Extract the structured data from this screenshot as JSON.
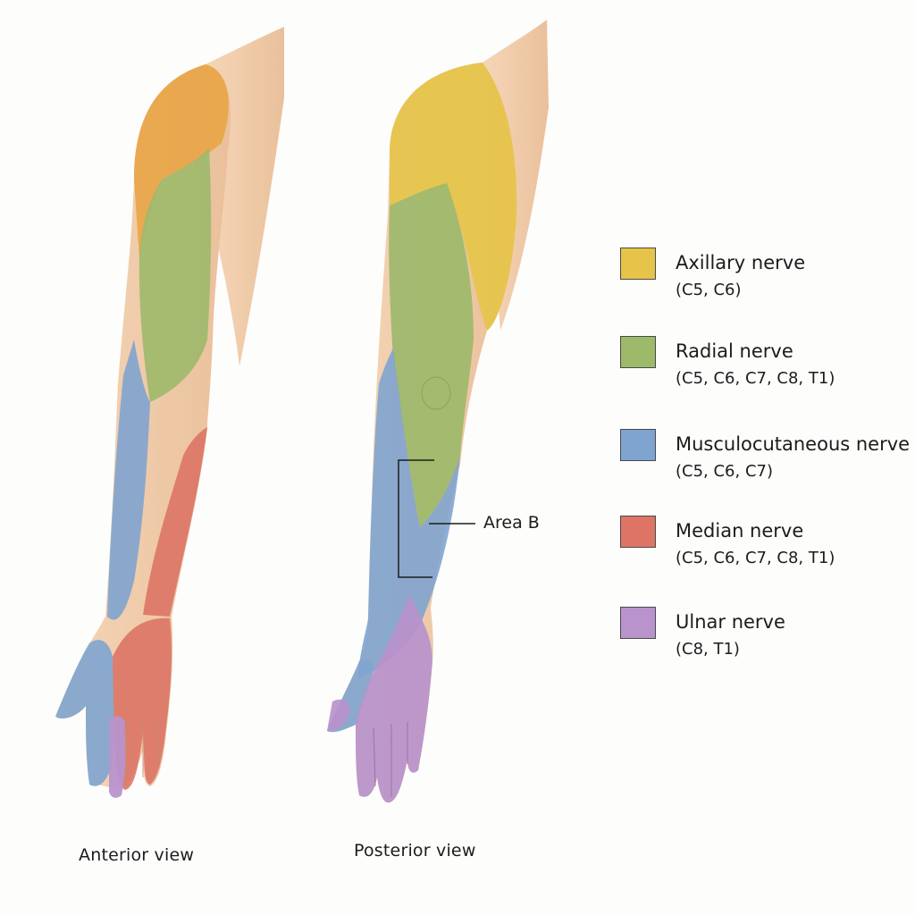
{
  "views": {
    "anterior": "Anterior view",
    "posterior": "Posterior view"
  },
  "callout": {
    "label": "Area B"
  },
  "legend": [
    {
      "id": "axillary",
      "name": "Axillary nerve",
      "roots": "(C5, C6)",
      "color": "#e6c44a"
    },
    {
      "id": "radial",
      "name": "Radial nerve",
      "roots": "(C5, C6, C7, C8, T1)",
      "color": "#9db96a"
    },
    {
      "id": "musculocutaneous",
      "name": "Musculocutaneous nerve",
      "roots": "(C5, C6, C7)",
      "color": "#7fa4cf"
    },
    {
      "id": "median",
      "name": "Median nerve",
      "roots": "(C5, C6, C7, C8, T1)",
      "color": "#dd7466"
    },
    {
      "id": "ulnar",
      "name": "Ulnar nerve",
      "roots": "(C8, T1)",
      "color": "#b893cc"
    }
  ],
  "colors": {
    "skin": "#f2cfae",
    "skin_shadow": "#e2b48e",
    "anterior_shoulder": "#e8a443"
  }
}
